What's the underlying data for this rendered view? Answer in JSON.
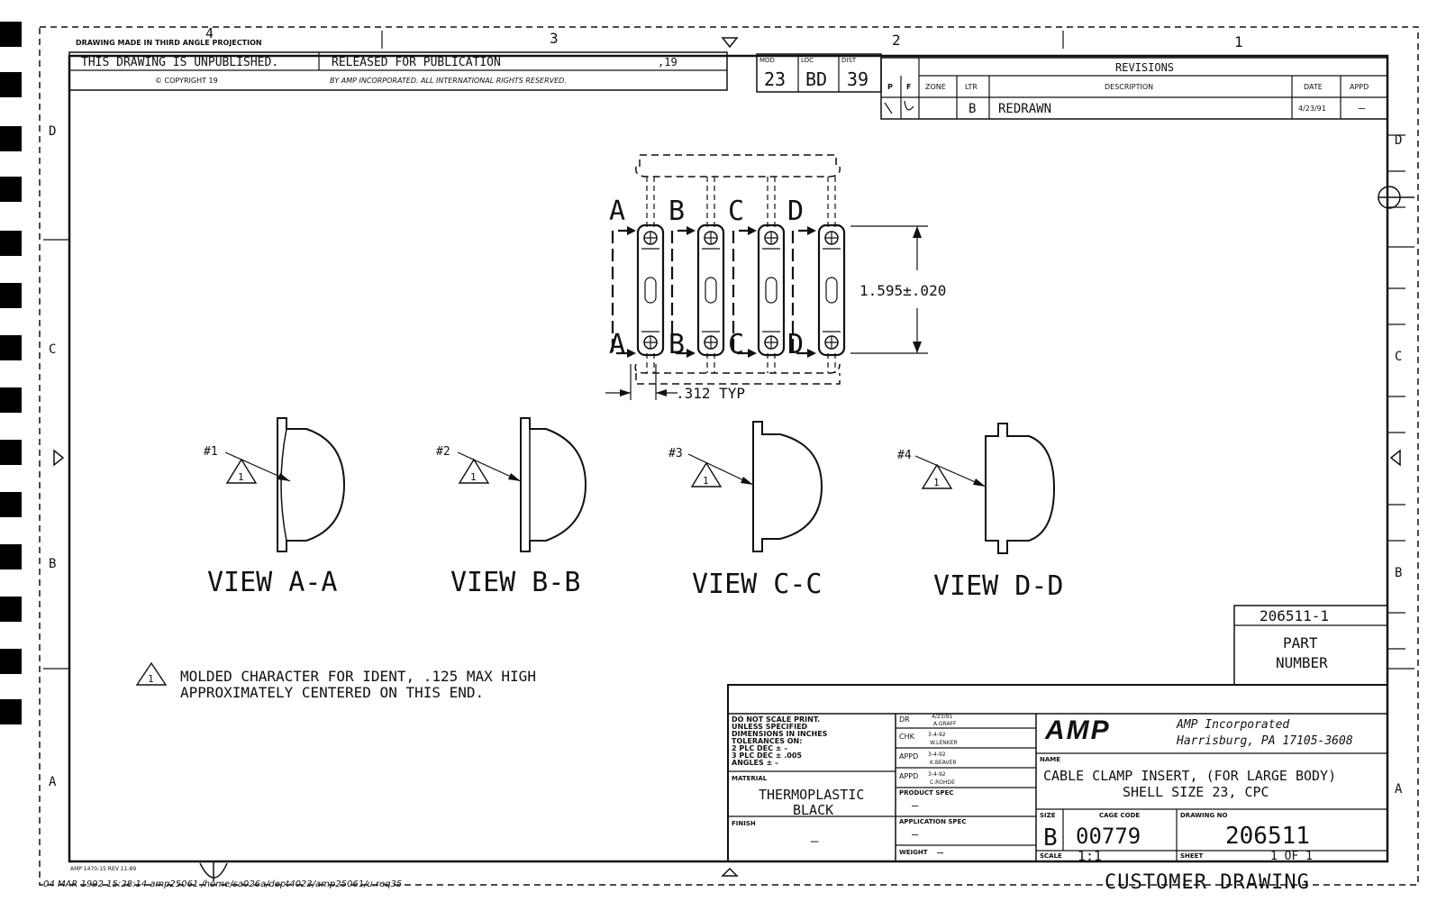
{
  "projection_note": "DRAWING MADE IN THIRD ANGLE PROJECTION",
  "zones": {
    "top": [
      "4",
      "3",
      "2",
      "1"
    ],
    "left": [
      "D",
      "C",
      "B",
      "A"
    ],
    "right": [
      "D",
      "C",
      "B",
      "A"
    ]
  },
  "header": {
    "unpublished": "THIS DRAWING IS UNPUBLISHED.",
    "released": "RELEASED FOR PUBLICATION",
    "year": ",19",
    "copyright": "© COPYRIGHT 19",
    "rights": "BY AMP INCORPORATED.  ALL INTERNATIONAL RIGHTS RESERVED."
  },
  "codes": {
    "mod_label": "MOD",
    "mod_value": "23",
    "loc_label": "LOC",
    "loc_value": "BD",
    "dist_label": "DIST",
    "dist_value": "39",
    "p_label": "P",
    "f_label": "F"
  },
  "revisions": {
    "title": "REVISIONS",
    "headers": [
      "ZONE",
      "LTR",
      "DESCRIPTION",
      "DATE",
      "APPD"
    ],
    "rows": [
      {
        "zone": "",
        "ltr": "B",
        "description": "REDRAWN",
        "date": "4/23/91",
        "appd": "–"
      }
    ]
  },
  "section_labels": [
    "A",
    "B",
    "C",
    "D"
  ],
  "dimensions": {
    "height": "1.595±.020",
    "pitch": ".312 TYP"
  },
  "views": [
    {
      "label": "VIEW A-A",
      "number": "#1",
      "flag": "1"
    },
    {
      "label": "VIEW B-B",
      "number": "#2",
      "flag": "1"
    },
    {
      "label": "VIEW C-C",
      "number": "#3",
      "flag": "1"
    },
    {
      "label": "VIEW D-D",
      "number": "#4",
      "flag": "1"
    }
  ],
  "note": {
    "flag": "1",
    "line1": "MOLDED CHARACTER FOR IDENT, .125 MAX HIGH",
    "line2": "APPROXIMATELY CENTERED ON THIS END."
  },
  "part_number": {
    "value": "206511-1",
    "label1": "PART",
    "label2": "NUMBER"
  },
  "title_block": {
    "tolerances": [
      "DO NOT SCALE PRINT.",
      "UNLESS SPECIFIED",
      "DIMENSIONS IN INCHES",
      "TOLERANCES ON:",
      "2 PLC DEC ± –",
      "3 PLC DEC ± .005",
      "ANGLES    ± –"
    ],
    "material_label": "MATERIAL",
    "material_line1": "THERMOPLASTIC",
    "material_line2": "BLACK",
    "finish_label": "FINISH",
    "finish_value": "–",
    "dr_label": "DR",
    "dr_date": "4/23/91",
    "dr_name": "A.GRAFF",
    "chk_label": "CHK",
    "chk_date": "3-4-92",
    "chk_name": "W.LENKER",
    "appd1_label": "APPD",
    "appd1_date": "3-4-92",
    "appd1_name": "K.BEAVER",
    "appd2_label": "APPD",
    "appd2_date": "3-4-92",
    "appd2_name": "C.ROHDE",
    "product_spec_label": "PRODUCT SPEC",
    "product_spec_value": "–",
    "application_spec_label": "APPLICATION SPEC",
    "application_spec_value": "–",
    "weight_label": "WEIGHT",
    "weight_value": "–",
    "logo": "AMP",
    "company": "AMP Incorporated",
    "address": "Harrisburg, PA 17105-3608",
    "name_label": "NAME",
    "name_line1": "CABLE CLAMP INSERT, (FOR LARGE BODY)",
    "name_line2": "SHELL SIZE 23, CPC",
    "size_label": "SIZE",
    "size_value": "B",
    "cage_label": "CAGE CODE",
    "cage_value": "00779",
    "drawing_label": "DRAWING NO",
    "drawing_value": "206511",
    "scale_label": "SCALE",
    "scale_value": "1:1",
    "sheet_label": "SHEET",
    "sheet_value": "1 OF 1"
  },
  "footer": {
    "form": "AMP 1470-15 REV 11-89",
    "plot": "04 MAR 1992 15:28:14 amp25061  /home/sa026a/dept4023/amp25061/u.req35",
    "customer": "CUSTOMER DRAWING"
  }
}
